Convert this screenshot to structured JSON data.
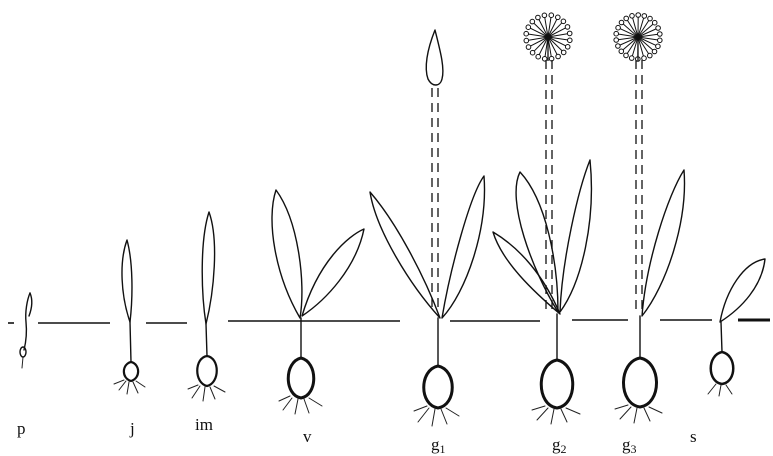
{
  "stages": [
    {
      "id": "p",
      "label": "p",
      "sub": ""
    },
    {
      "id": "j",
      "label": "j",
      "sub": ""
    },
    {
      "id": "im",
      "label": "im",
      "sub": ""
    },
    {
      "id": "v",
      "label": "v",
      "sub": ""
    },
    {
      "id": "g1",
      "label": "g",
      "sub": "1"
    },
    {
      "id": "g2",
      "label": "g",
      "sub": "2"
    },
    {
      "id": "g3",
      "label": "g",
      "sub": "3"
    },
    {
      "id": "s",
      "label": "s",
      "sub": ""
    }
  ]
}
